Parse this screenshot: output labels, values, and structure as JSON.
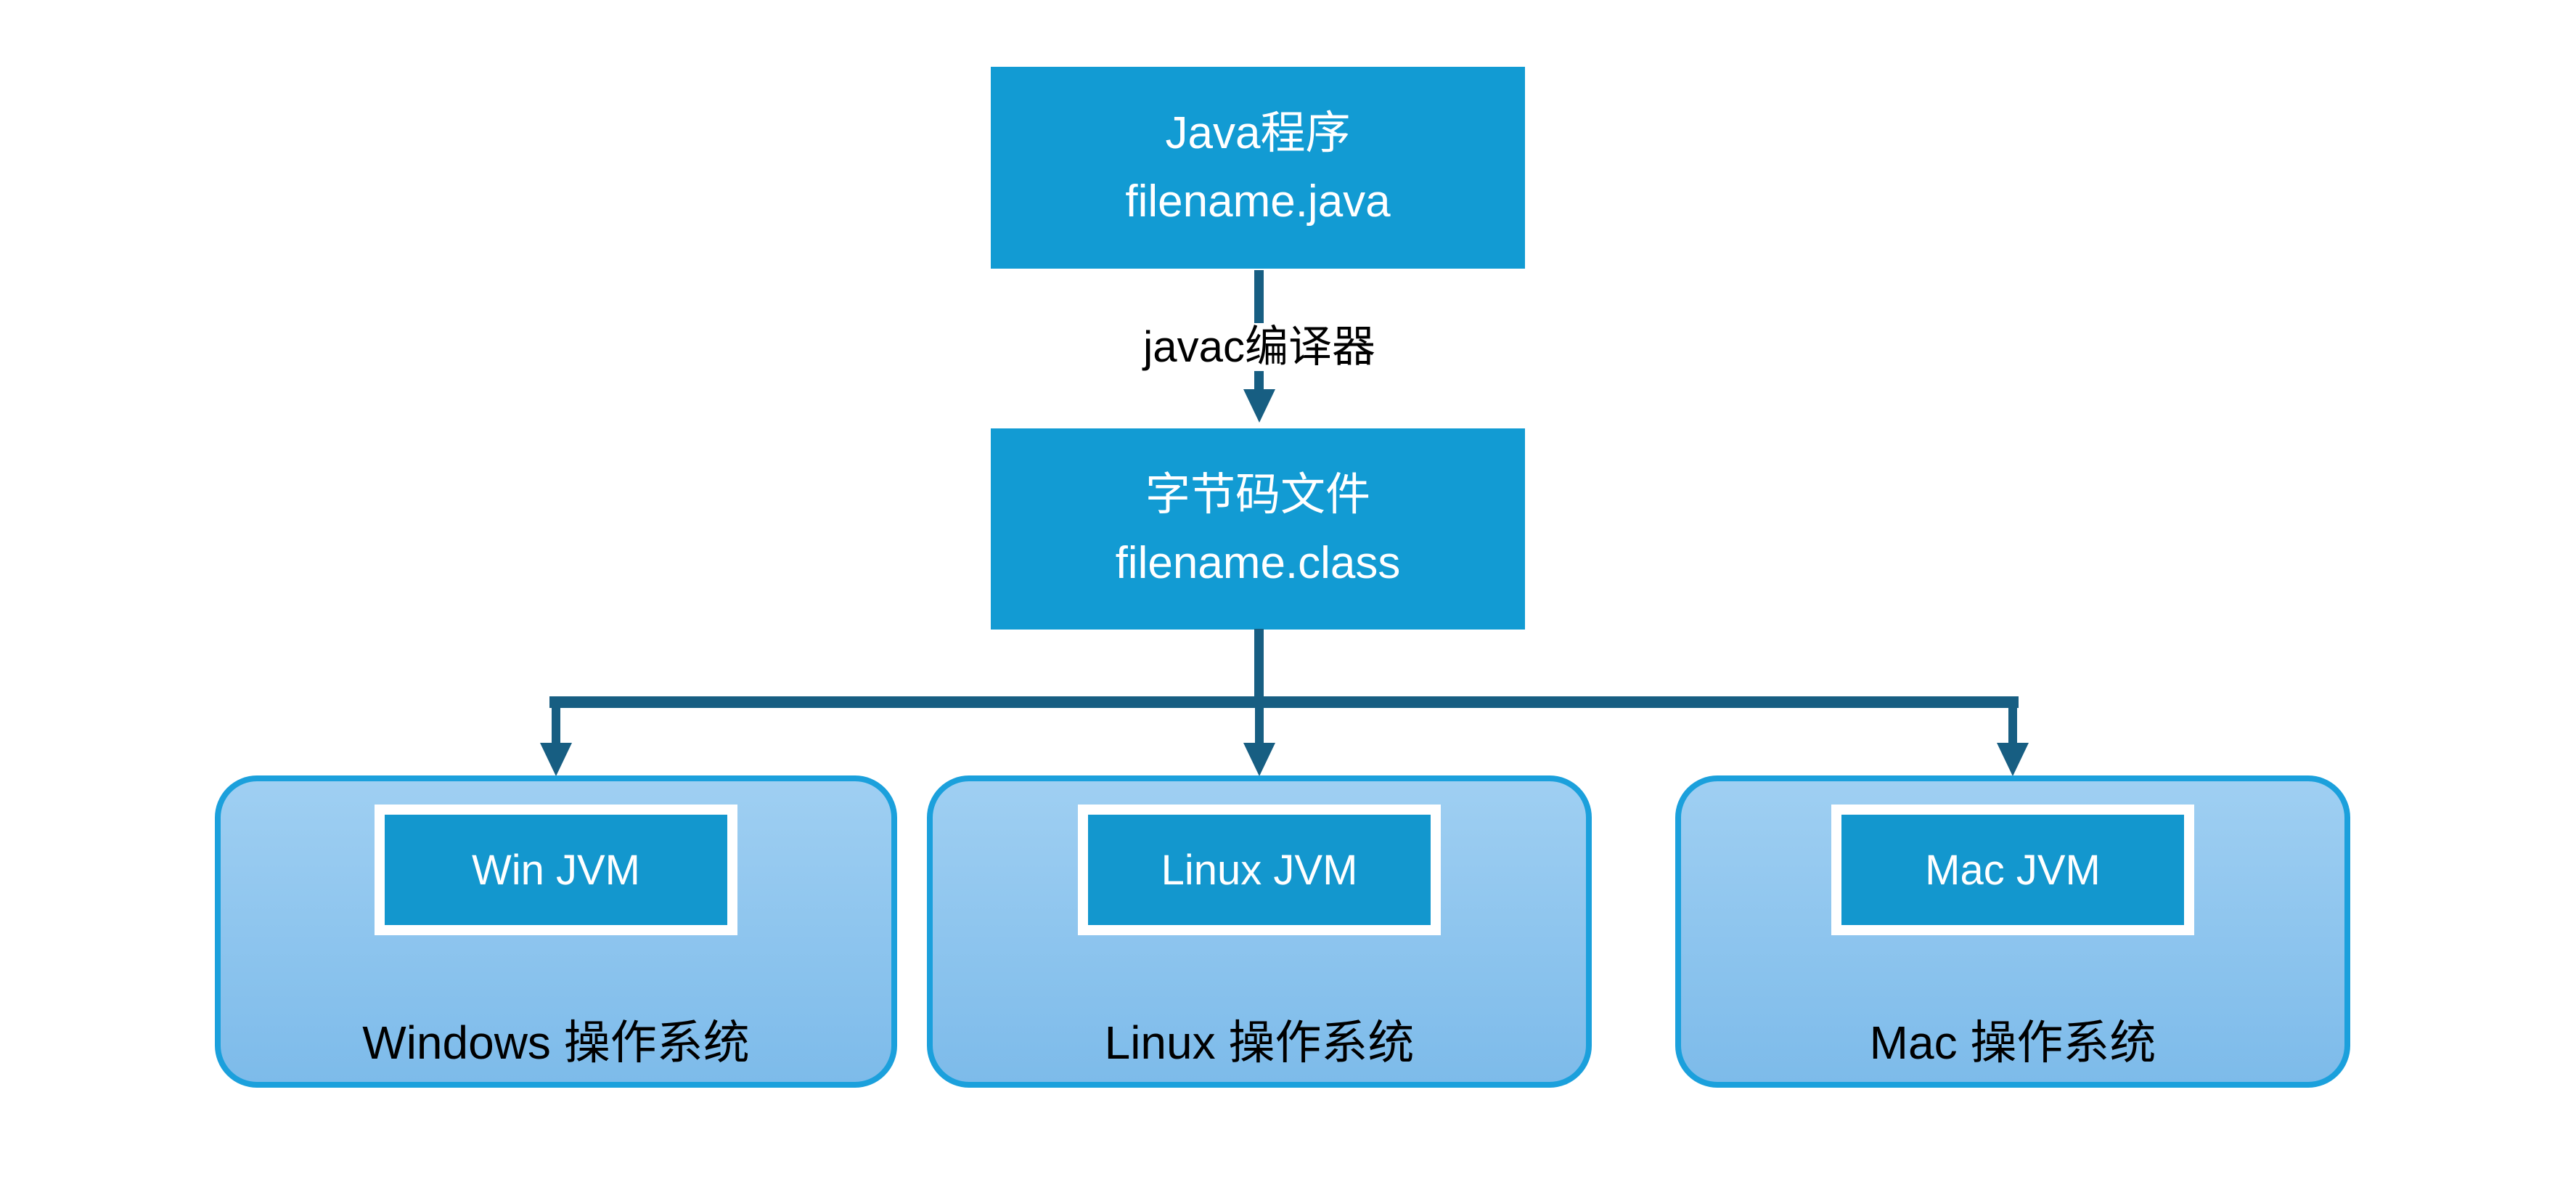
{
  "diagram": {
    "top_box": {
      "line1": "Java程序",
      "line2": "filename.java"
    },
    "arrow_label": "javac编译器",
    "middle_box": {
      "line1": "字节码文件",
      "line2": "filename.class"
    },
    "platforms": [
      {
        "jvm": "Win JVM",
        "os": "Windows 操作系统"
      },
      {
        "jvm": "Linux JVM",
        "os": "Linux 操作系统"
      },
      {
        "jvm": "Mac JVM",
        "os": "Mac 操作系统"
      }
    ]
  },
  "colors": {
    "box_fill": "#129BD3",
    "jvm_fill": "#1397CE",
    "connector": "#175E82",
    "platform_border": "#1BA0DC",
    "platform_grad_top": "#9FCFF2",
    "platform_grad_bottom": "#7DBBEA",
    "text_on_blue": "#FFFFFF",
    "text_dark": "#000000",
    "page_bg": "#FFFFFF"
  }
}
